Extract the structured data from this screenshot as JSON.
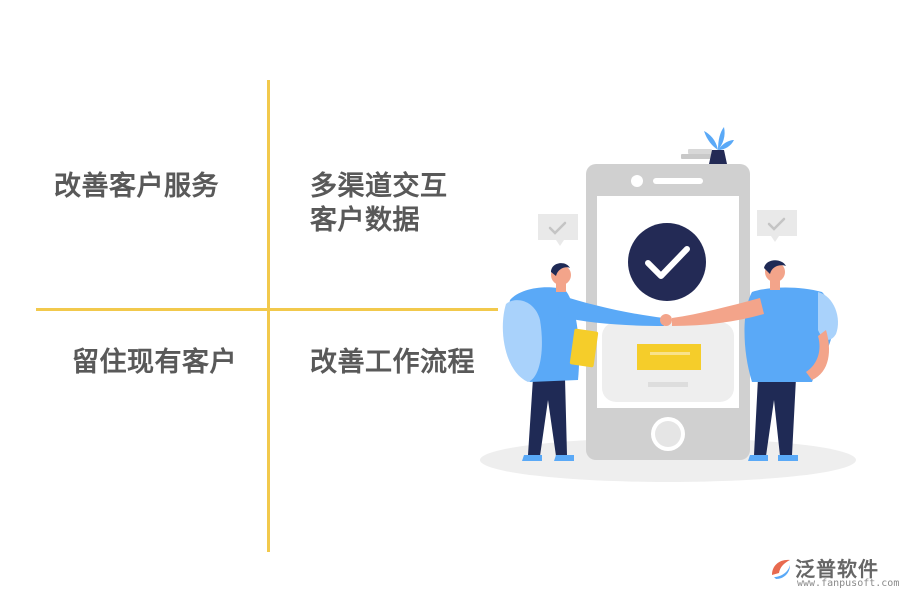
{
  "quadrants": {
    "top_left": "改善客户服务",
    "top_right_line1": "多渠道交互",
    "top_right_line2": "客户数据",
    "bottom_left": "留住现有客户",
    "bottom_right": "改善工作流程"
  },
  "brand": {
    "name": "泛普软件",
    "url": "www.fanpusoft.com"
  },
  "colors": {
    "divider": "#f2c94c",
    "label_text": "#595959",
    "shirt_blue": "#5aa9f7",
    "pants_navy": "#1f2a55",
    "check_circle": "#232a55",
    "card_yellow": "#f5cd2a",
    "phone_gray": "#d0d0d0"
  },
  "icons": [
    "check-icon",
    "plant-icon",
    "chat-check-icon",
    "logo-icon"
  ]
}
